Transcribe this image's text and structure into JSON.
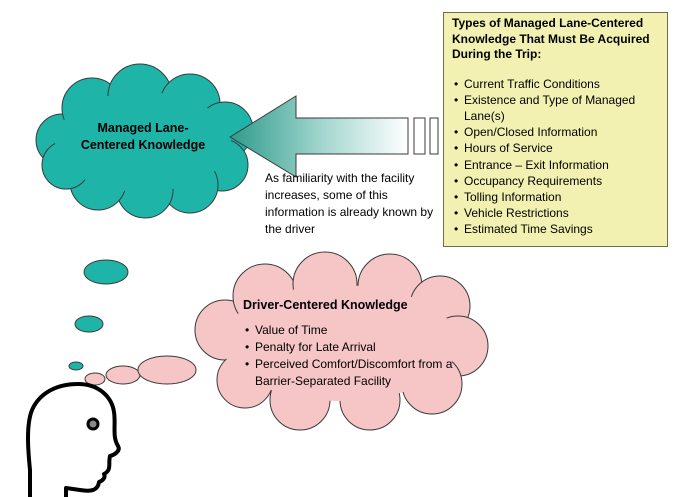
{
  "managed_lane_cloud": {
    "label": "Managed Lane-Centered Knowledge",
    "fill": "#1fb4a8"
  },
  "familiarity_note": "As familiarity with the facility increases, some of this information is already known by the driver",
  "info_box": {
    "title": "Types of Managed Lane-Centered Knowledge That Must Be Acquired During the Trip:",
    "fill": "#f3f1b2",
    "items": [
      "Current Traffic Conditions",
      "Existence and Type of Managed Lane(s)",
      "Open/Closed Information",
      "Hours of Service",
      "Entrance – Exit Information",
      "Occupancy Requirements",
      "Tolling Information",
      "Vehicle Restrictions",
      "Estimated Time Savings"
    ]
  },
  "arrow": {
    "gradient_from": "#2e9c8c",
    "gradient_to": "#ffffff"
  },
  "driver_cloud": {
    "title": "Driver-Centered Knowledge",
    "fill": "#f6c5c6",
    "items": [
      "Value of Time",
      "Penalty for Late Arrival",
      "Perceived Comfort/Discomfort from a Barrier-Separated Facility"
    ]
  },
  "thought_bubbles": {
    "teal": "#1fb4a8",
    "pink": "#f6c5c6"
  }
}
